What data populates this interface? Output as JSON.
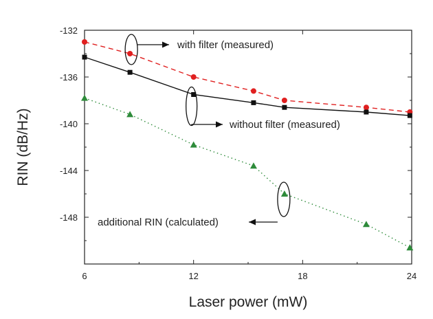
{
  "chart_data": {
    "type": "line",
    "title": "",
    "xlabel": "Laser power (mW)",
    "ylabel": "RIN (dB/Hz)",
    "xlim": [
      6,
      24
    ],
    "ylim": [
      -152,
      -132
    ],
    "xticks": [
      6,
      12,
      18,
      24
    ],
    "yticks": [
      -132,
      -136,
      -140,
      -144,
      -148
    ],
    "grid": false,
    "x": [
      6.0,
      8.5,
      12.0,
      15.3,
      17.0,
      21.5,
      23.9
    ],
    "series": [
      {
        "values": [
          -133.0,
          -134.0,
          -136.0,
          -137.2,
          -138.0,
          -138.6,
          -139.0
        ],
        "color": "#e02020",
        "line_style": "dashed",
        "marker": "circle"
      },
      {
        "values": [
          -134.3,
          -135.6,
          -137.5,
          -138.2,
          -138.6,
          -139.0,
          -139.3
        ],
        "color": "#111111",
        "line_style": "solid",
        "marker": "square"
      },
      {
        "values": [
          -137.8,
          -139.2,
          -141.8,
          -143.6,
          -146.0,
          -148.6,
          -150.6
        ],
        "color": "#2e8b3a",
        "line_style": "dotted",
        "marker": "triangle"
      }
    ],
    "annotations": [
      {
        "text": "with filter (measured)",
        "x": 8.5,
        "y": -134.0
      },
      {
        "text": "without filter (measured)",
        "x": 12.0,
        "y": -137.5
      },
      {
        "text": "additional RIN (calculated)",
        "x": 17.0,
        "y": -146.0
      }
    ]
  }
}
